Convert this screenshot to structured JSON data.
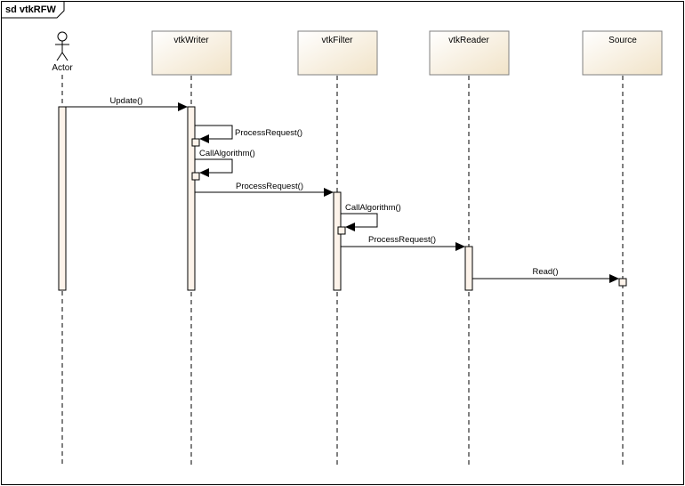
{
  "diagram": {
    "frame_title": "sd vtkRFW",
    "participants": [
      {
        "id": "actor",
        "name": "Actor",
        "kind": "actor"
      },
      {
        "id": "writer",
        "name": "vtkWriter",
        "kind": "object"
      },
      {
        "id": "filter",
        "name": "vtkFilter",
        "kind": "object"
      },
      {
        "id": "reader",
        "name": "vtkReader",
        "kind": "object"
      },
      {
        "id": "source",
        "name": "Source",
        "kind": "object"
      }
    ],
    "messages": [
      {
        "from": "actor",
        "to": "writer",
        "label": "Update()"
      },
      {
        "from": "writer",
        "to": "writer",
        "label": "ProcessRequest()"
      },
      {
        "from": "writer",
        "to": "writer",
        "label": "CallAlgorithm()"
      },
      {
        "from": "writer",
        "to": "filter",
        "label": "ProcessRequest()"
      },
      {
        "from": "filter",
        "to": "filter",
        "label": "CallAlgorithm()"
      },
      {
        "from": "filter",
        "to": "reader",
        "label": "ProcessRequest()"
      },
      {
        "from": "reader",
        "to": "source",
        "label": "Read()"
      }
    ]
  }
}
